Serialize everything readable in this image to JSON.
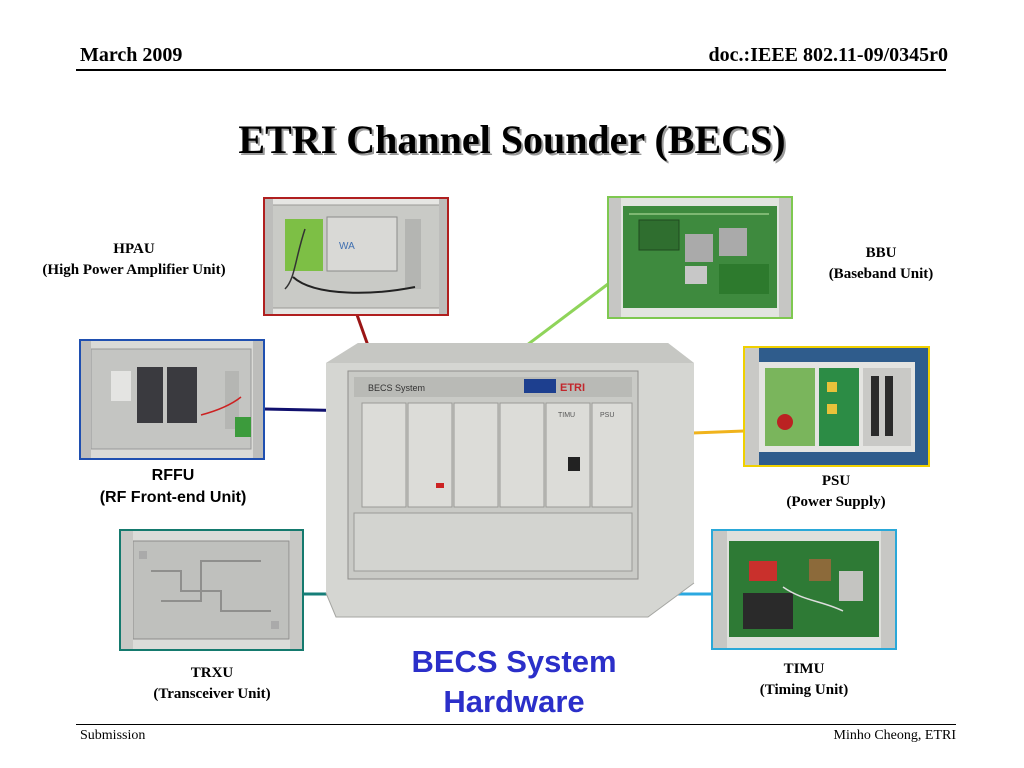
{
  "header": {
    "date": "March 2009",
    "doc": "doc.:IEEE 802.11-09/0345r0"
  },
  "title": "ETRI Channel Sounder (BECS)",
  "units": {
    "hpau": {
      "name": "HPAU",
      "desc": "(High Power Amplifier Unit)",
      "border_color": "#b01f1f"
    },
    "bbu": {
      "name": "BBU",
      "desc": "(Baseband Unit)",
      "border_color": "#7ec850"
    },
    "rffu": {
      "name": "RFFU",
      "desc": "(RF Front-end Unit)",
      "border_color": "#1f4fb0"
    },
    "psu": {
      "name": "PSU",
      "desc": "(Power Supply)",
      "border_color": "#f0d000"
    },
    "trxu": {
      "name": "TRXU",
      "desc": "(Transceiver Unit)",
      "border_color": "#157a6e"
    },
    "timu": {
      "name": "TIMU",
      "desc": "(Timing Unit)",
      "border_color": "#2aa8d8"
    }
  },
  "chassis": {
    "brand": "ETRI",
    "system_label": "BECS System",
    "slot_labels": [
      "",
      "",
      "",
      "",
      "TIMU",
      "PSU"
    ]
  },
  "caption": {
    "line1": "BECS System",
    "line2": "Hardware"
  },
  "footer": {
    "left": "Submission",
    "right": "Minho Cheong, ETRI"
  }
}
